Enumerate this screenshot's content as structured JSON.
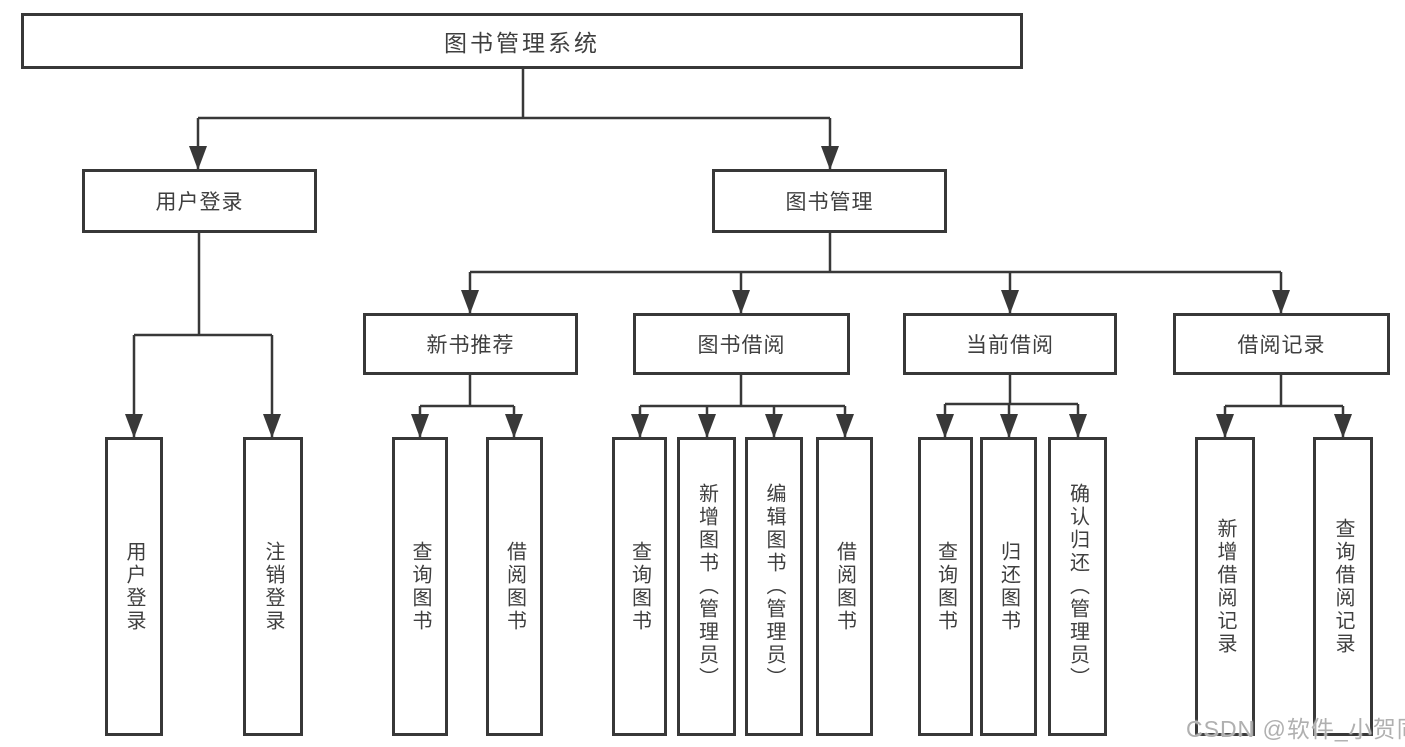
{
  "colors": {
    "line": "#383838",
    "box_border": "#383838",
    "text": "#3f3f3f",
    "background": "#ffffff",
    "watermark": "#b0b0b0"
  },
  "nodes": {
    "root": "图书管理系统",
    "user_login": "用户登录",
    "book_management": "图书管理",
    "new_book_recommend": "新书推荐",
    "book_borrow": "图书借阅",
    "current_borrow": "当前借阅",
    "borrow_records": "借阅记录",
    "ul_user_login": "用户登录",
    "ul_logout": "注销登录",
    "nr_query_books": "查询图书",
    "nr_borrow_books": "借阅图书",
    "bb_query_books": "查询图书",
    "bb_add_books": "新增图书（管理员）",
    "bb_edit_books": "编辑图书（管理员）",
    "bb_borrow_books": "借阅图书",
    "cb_query_books": "查询图书",
    "cb_return_books": "归还图书",
    "cb_confirm_return": "确认归还（管理员）",
    "br_add_record": "新增借阅记录",
    "br_query_record": "查询借阅记录"
  },
  "watermark": "CSDN @软件_小贺同学"
}
